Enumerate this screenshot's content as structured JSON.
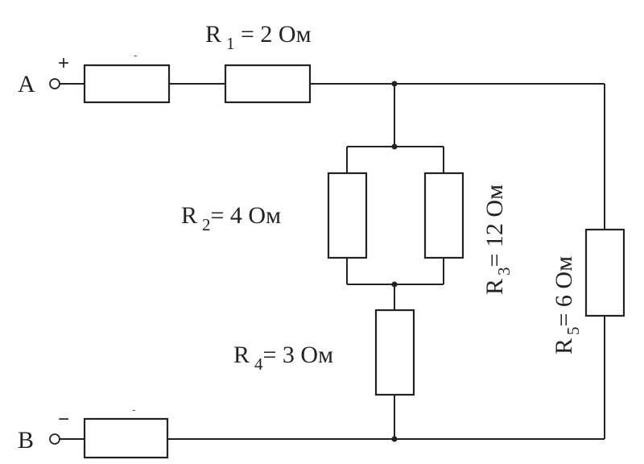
{
  "terminals": {
    "a": {
      "name": "A",
      "polarity": "+"
    },
    "b": {
      "name": "B",
      "polarity": "−"
    }
  },
  "source_marks": {
    "top": "-",
    "bottom": "-"
  },
  "resistors": {
    "r1": {
      "letter": "R",
      "index": "1",
      "value": " = 2 Ом"
    },
    "r2": {
      "letter": "R",
      "index": "2",
      "value": "= 4 Ом"
    },
    "r3": {
      "letter": "R",
      "index": "3",
      "value": "= 12 Ом"
    },
    "r4": {
      "letter": "R",
      "index": "4",
      "value": "= 3 Ом"
    },
    "r5": {
      "letter": "R",
      "index": "5",
      "value": "= 6 Ом"
    }
  }
}
